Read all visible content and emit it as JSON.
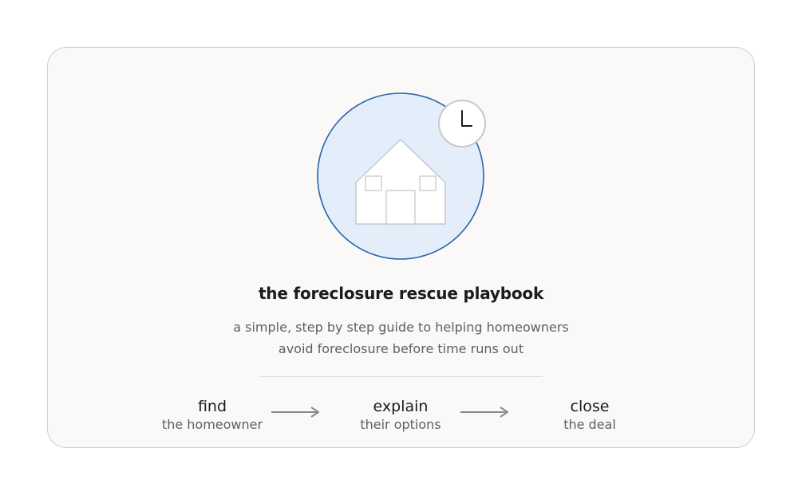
{
  "title": "the foreclosure rescue playbook",
  "subtitle_line1": "a simple, step by step guide to helping homeowners",
  "subtitle_line2": "avoid foreclosure before time runs out",
  "steps": [
    {
      "title": "find",
      "desc": "the homeowner"
    },
    {
      "title": "explain",
      "desc": "their options"
    },
    {
      "title": "close",
      "desc": "the deal"
    }
  ],
  "icons": [
    "house-icon",
    "clock-icon",
    "arrow-right-icon"
  ],
  "colors": {
    "card_bg": "#faf9f7",
    "circle_fill": "#e4eefa",
    "circle_stroke": "#2a64ad",
    "house_stroke": "#c8c8c8",
    "arrow": "#8a8a8a"
  }
}
